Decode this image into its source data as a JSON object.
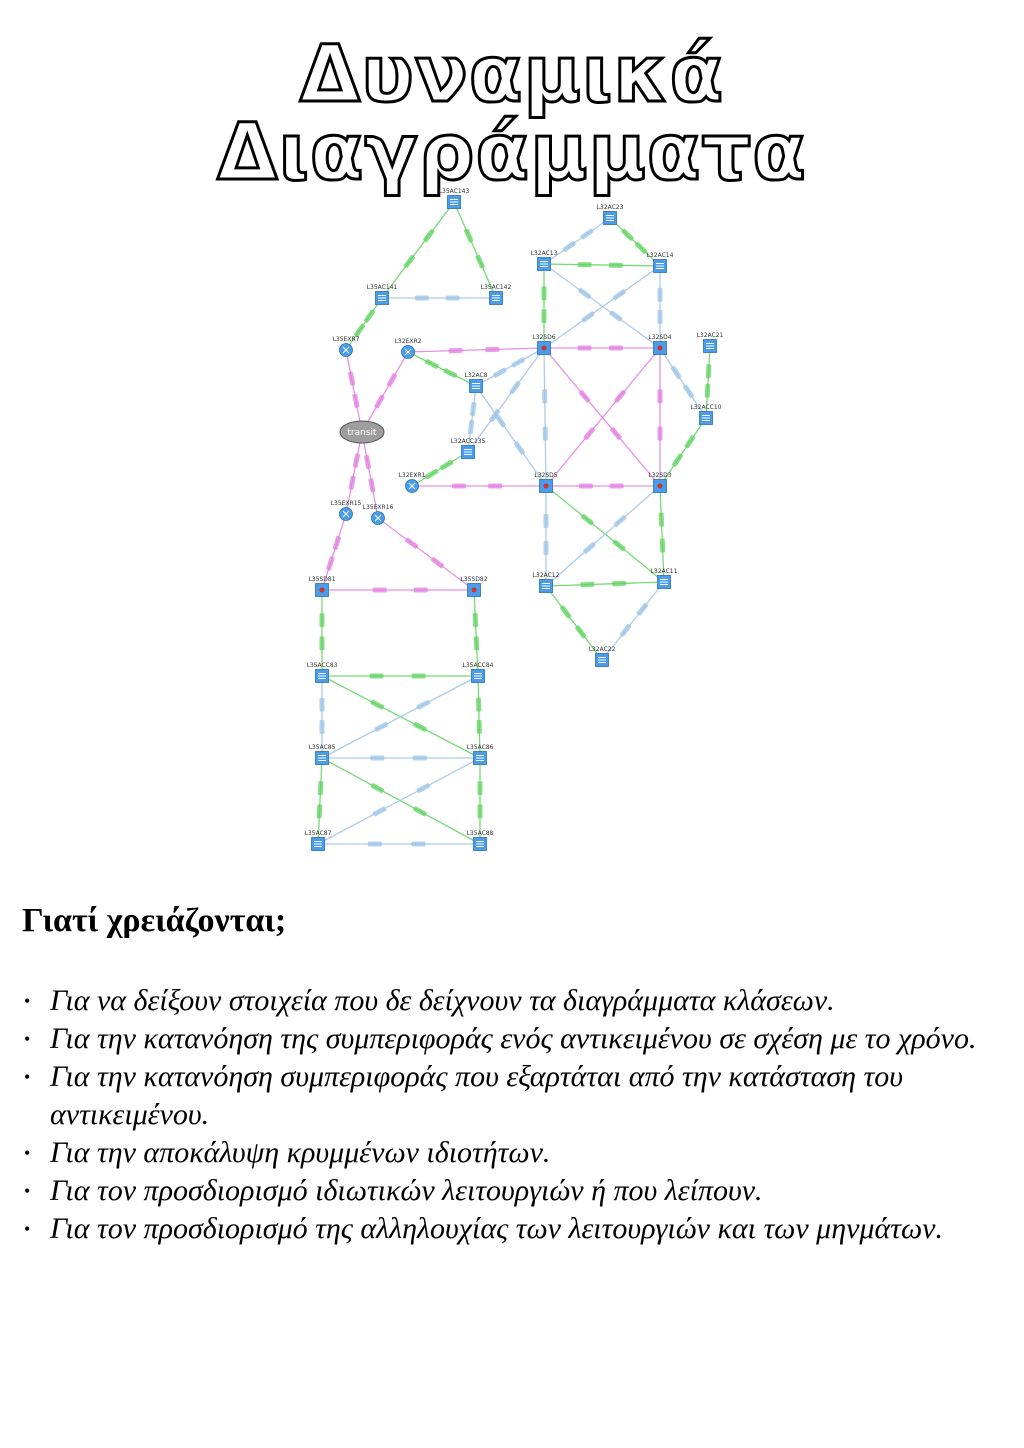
{
  "title": "Δυναμικά Διαγράμματα",
  "figure": {
    "nodes": [
      {
        "id": "L35AC143",
        "type": "switch"
      },
      {
        "id": "L35AC141",
        "type": "switch"
      },
      {
        "id": "L35AC142",
        "type": "switch"
      },
      {
        "id": "L35EXR7",
        "type": "router"
      },
      {
        "id": "L32EXR2",
        "type": "router"
      },
      {
        "id": "L32AC8",
        "type": "switch"
      },
      {
        "id": "L32ACC135",
        "type": "switch"
      },
      {
        "id": "transit",
        "type": "cloud"
      },
      {
        "id": "L32EXR1",
        "type": "router"
      },
      {
        "id": "L35EXR15",
        "type": "router"
      },
      {
        "id": "L35EXR16",
        "type": "router"
      },
      {
        "id": "L32AC23",
        "type": "switch"
      },
      {
        "id": "L32AC13",
        "type": "switch"
      },
      {
        "id": "L32AC14",
        "type": "switch"
      },
      {
        "id": "L32SD6",
        "type": "core"
      },
      {
        "id": "L32SD4",
        "type": "core"
      },
      {
        "id": "L32AC21",
        "type": "switch"
      },
      {
        "id": "L32ACC10",
        "type": "switch"
      },
      {
        "id": "L32SD5",
        "type": "core"
      },
      {
        "id": "L32SD3",
        "type": "core"
      },
      {
        "id": "L32AC12",
        "type": "switch"
      },
      {
        "id": "L32AC11",
        "type": "switch"
      },
      {
        "id": "L32AC22",
        "type": "switch"
      },
      {
        "id": "L35SD81",
        "type": "core"
      },
      {
        "id": "L35SD82",
        "type": "core"
      },
      {
        "id": "L35ACC83",
        "type": "switch"
      },
      {
        "id": "L35ACC84",
        "type": "switch"
      },
      {
        "id": "L35AC85",
        "type": "switch"
      },
      {
        "id": "L35AC86",
        "type": "switch"
      },
      {
        "id": "L35AC87",
        "type": "switch"
      },
      {
        "id": "L35AC88",
        "type": "switch"
      }
    ],
    "colors": {
      "green": "#5fd35f",
      "blue": "#9cc3e6",
      "pink": "#e27ee2",
      "node": "#4a9de8",
      "cloud": "#9e9e9e"
    }
  },
  "section": {
    "heading": "Γιατί χρειάζονται;",
    "bullet_glyph": "•",
    "items": [
      "Για να δείξουν στοιχεία που δε δείχνουν τα διαγράμματα κλάσεων.",
      "Για την κατανόηση της συμπεριφοράς ενός αντικειμένου σε σχέση με το χρόνο.",
      "Για την κατανόηση συμπεριφοράς που εξαρτάται από την κατάσταση του αντικειμένου.",
      "Για την αποκάλυψη κρυμμένων ιδιοτήτων.",
      "Για τον προσδιορισμό ιδιωτικών λειτουργιών ή που λείπουν.",
      "Για τον προσδιορισμό της αλληλουχίας των λειτουργιών και των μηνμάτων."
    ]
  }
}
